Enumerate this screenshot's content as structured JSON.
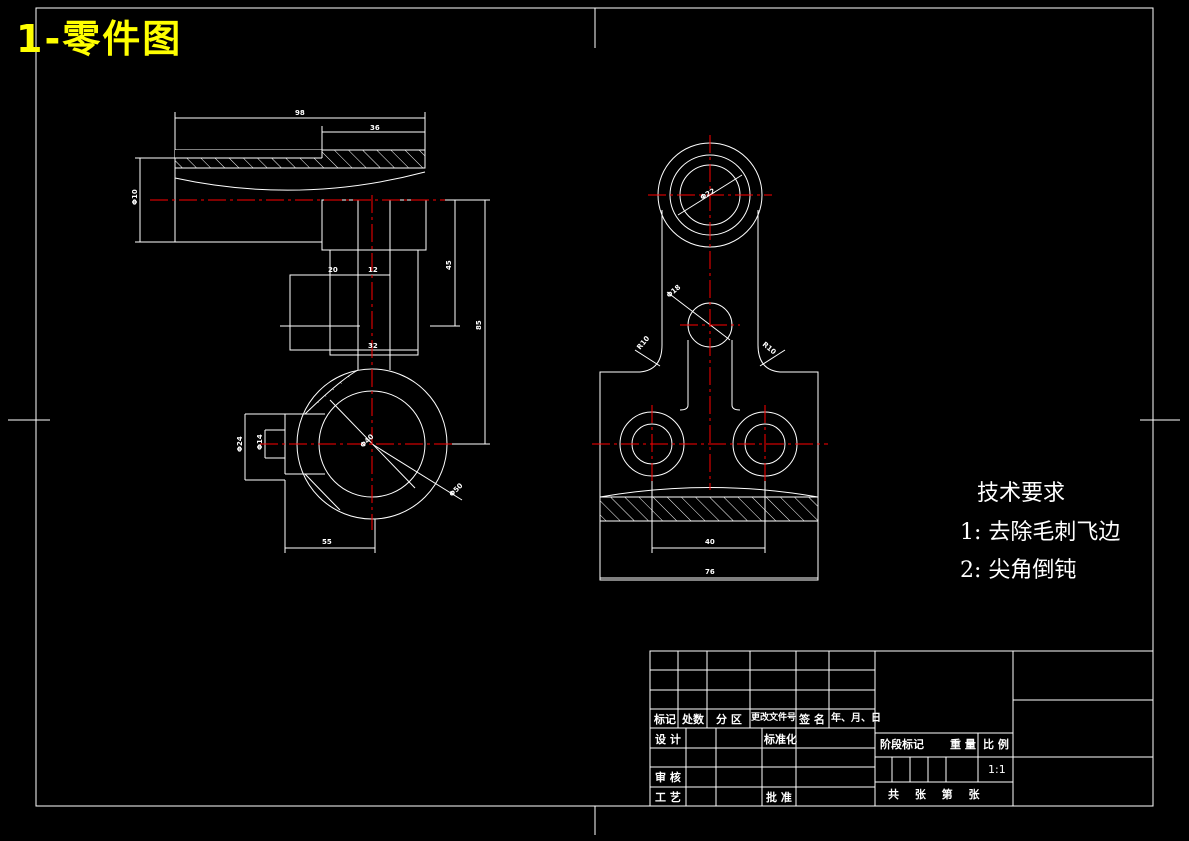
{
  "title": "1-零件图",
  "technical_requirements": {
    "heading": "技术要求",
    "items": [
      "1: 去除毛刺飞边",
      "2: 尖角倒钝"
    ]
  },
  "dimensions": {
    "front_width": "98",
    "front_top": "36",
    "phi_left": "Φ10",
    "d_20": "20",
    "d_12": "12",
    "d_45": "45",
    "d_85": "85",
    "d_32": "32",
    "phi_24": "Φ24",
    "phi_14": "Φ14",
    "phi_big": "Φ40",
    "phi_r": "Φ50",
    "d_bottom": "55",
    "side_phi_top": "Φ22",
    "side_phi_mid": "Φ18",
    "side_r_left": "R10",
    "side_r_right": "R10",
    "side_40": "40",
    "side_76": "76"
  },
  "title_block": {
    "col_labels": [
      "标记",
      "处数",
      "分 区",
      "更改文件号",
      "签 名",
      "年、月、日"
    ],
    "design": "设 计",
    "standardize": "标准化",
    "stage_mark": "阶段标记",
    "weight": "重 量",
    "scale_label": "比 例",
    "scale_value": "1:1",
    "review": "审 核",
    "process": "工 艺",
    "approve": "批 准",
    "sheets": "共  张  第  张"
  },
  "colors": {
    "lines": "#ffffff",
    "center": "#ff0000",
    "title": "#ffff00",
    "background": "#000000"
  }
}
